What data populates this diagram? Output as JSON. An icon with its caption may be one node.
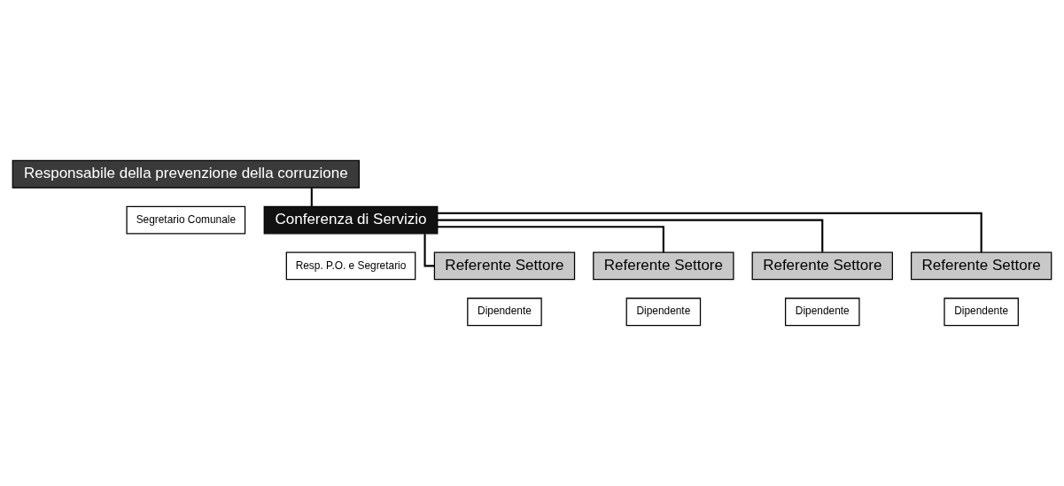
{
  "diagram": {
    "nodes": [
      {
        "text": [
          "Responsabile della prevenzione della corruzione"
        ]
      },
      {
        "text": [
          "Segretario Comunale"
        ]
      },
      {
        "text": [
          "Conferenza di Servizio"
        ]
      },
      {
        "text": [
          "Resp. P.O. e Segretario"
        ]
      },
      {
        "text": [
          "Referente Settore"
        ]
      },
      {
        "text": [
          "Dipendente"
        ]
      },
      {
        "text": [
          "Referente Settore"
        ]
      },
      {
        "text": [
          "Dipendente"
        ]
      },
      {
        "text": [
          "Referente Settore"
        ]
      },
      {
        "text": [
          "Dipendente"
        ]
      },
      {
        "text": [
          "Referente Settore"
        ]
      },
      {
        "text": [
          "Dipendente"
        ]
      }
    ],
    "edges": [
      {
        "from": 0,
        "to": 2,
        "arrow": "none"
      },
      {
        "from": 2,
        "to": 4,
        "arrow": "none"
      },
      {
        "from": 2,
        "to": 6,
        "arrow": "none"
      },
      {
        "from": 2,
        "to": 8,
        "arrow": "none"
      },
      {
        "from": 2,
        "to": 10,
        "arrow": "none"
      }
    ]
  }
}
